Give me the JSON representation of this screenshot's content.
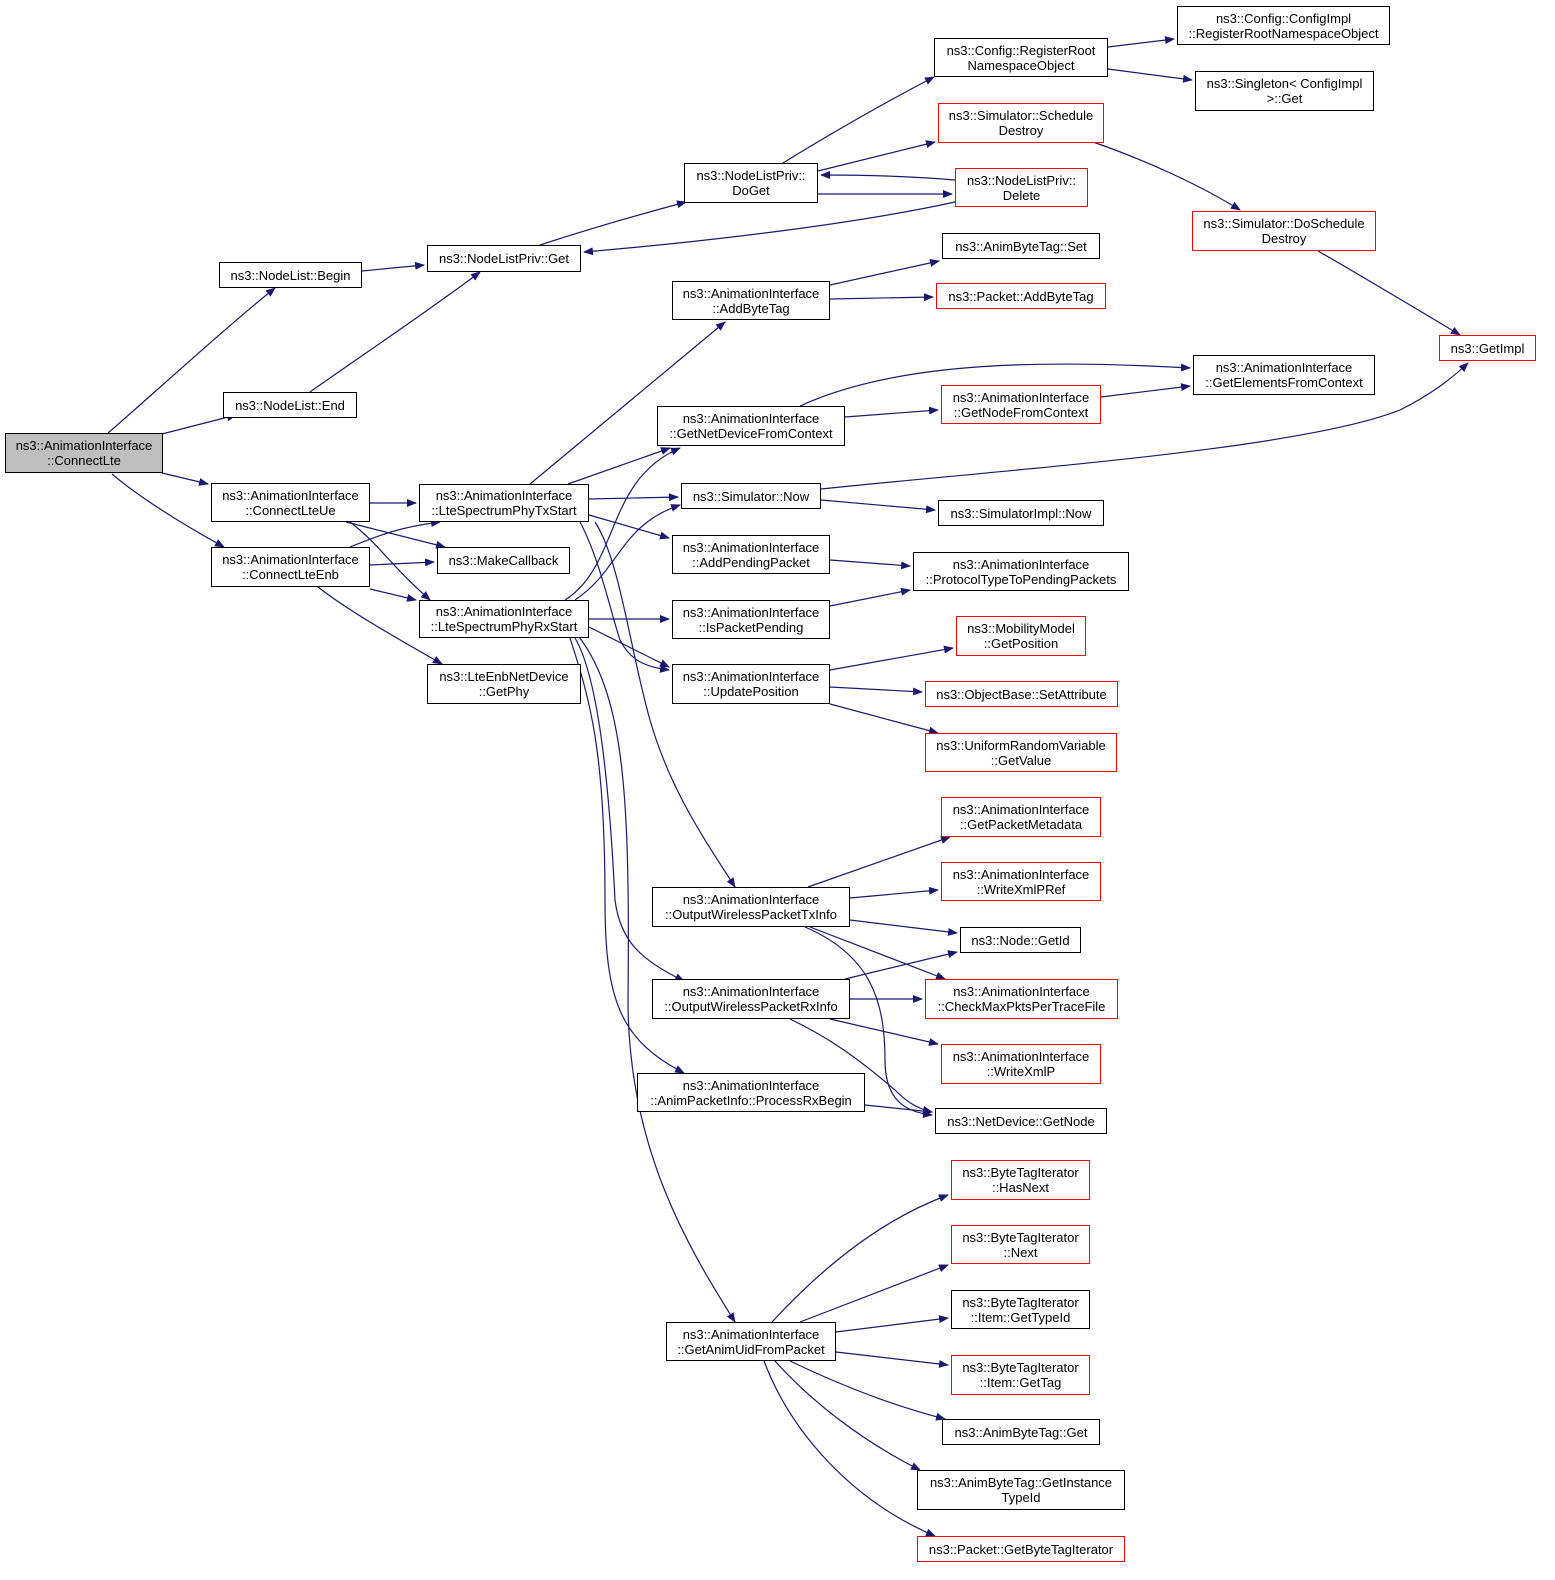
{
  "diagram": {
    "colors": {
      "edge": "#191970",
      "border_default": "#000000",
      "border_external": "#ff0000",
      "root_fill": "#bfbfbf"
    },
    "nodes": [
      {
        "id": "root",
        "lines": [
          "ns3::AnimationInterface",
          "::ConnectLte"
        ],
        "style": "root"
      },
      {
        "id": "nl_begin",
        "lines": [
          "ns3::NodeList::Begin"
        ],
        "style": "black"
      },
      {
        "id": "nl_end",
        "lines": [
          "ns3::NodeList::End"
        ],
        "style": "black"
      },
      {
        "id": "cl_ue",
        "lines": [
          "ns3::AnimationInterface",
          "::ConnectLteUe"
        ],
        "style": "black"
      },
      {
        "id": "cl_enb",
        "lines": [
          "ns3::AnimationInterface",
          "::ConnectLteEnb"
        ],
        "style": "black"
      },
      {
        "id": "nlp_get",
        "lines": [
          "ns3::NodeListPriv::Get"
        ],
        "style": "black"
      },
      {
        "id": "tx_start",
        "lines": [
          "ns3::AnimationInterface",
          "::LteSpectrumPhyTxStart"
        ],
        "style": "black"
      },
      {
        "id": "make_cb",
        "lines": [
          "ns3::MakeCallback"
        ],
        "style": "black"
      },
      {
        "id": "rx_start",
        "lines": [
          "ns3::AnimationInterface",
          "::LteSpectrumPhyRxStart"
        ],
        "style": "black"
      },
      {
        "id": "enb_getphy",
        "lines": [
          "ns3::LteEnbNetDevice",
          "::GetPhy"
        ],
        "style": "black"
      },
      {
        "id": "nlp_doget",
        "lines": [
          "ns3::NodeListPriv::",
          "DoGet"
        ],
        "style": "black"
      },
      {
        "id": "add_bytetag",
        "lines": [
          "ns3::AnimationInterface",
          "::AddByteTag"
        ],
        "style": "black"
      },
      {
        "id": "get_netdev_ctx",
        "lines": [
          "ns3::AnimationInterface",
          "::GetNetDeviceFromContext"
        ],
        "style": "black"
      },
      {
        "id": "sim_now",
        "lines": [
          "ns3::Simulator::Now"
        ],
        "style": "black"
      },
      {
        "id": "add_pending",
        "lines": [
          "ns3::AnimationInterface",
          "::AddPendingPacket"
        ],
        "style": "black"
      },
      {
        "id": "is_pending",
        "lines": [
          "ns3::AnimationInterface",
          "::IsPacketPending"
        ],
        "style": "black"
      },
      {
        "id": "update_pos",
        "lines": [
          "ns3::AnimationInterface",
          "::UpdatePosition"
        ],
        "style": "black"
      },
      {
        "id": "out_tx",
        "lines": [
          "ns3::AnimationInterface",
          "::OutputWirelessPacketTxInfo"
        ],
        "style": "black"
      },
      {
        "id": "out_rx",
        "lines": [
          "ns3::AnimationInterface",
          "::OutputWirelessPacketRxInfo"
        ],
        "style": "black"
      },
      {
        "id": "process_rx",
        "lines": [
          "ns3::AnimationInterface",
          "::AnimPacketInfo::ProcessRxBegin"
        ],
        "style": "black"
      },
      {
        "id": "get_anim_uid",
        "lines": [
          "ns3::AnimationInterface",
          "::GetAnimUidFromPacket"
        ],
        "style": "black"
      },
      {
        "id": "reg_root",
        "lines": [
          "ns3::Config::RegisterRoot",
          "NamespaceObject"
        ],
        "style": "black"
      },
      {
        "id": "sched_destroy",
        "lines": [
          "ns3::Simulator::Schedule",
          "Destroy"
        ],
        "style": "red"
      },
      {
        "id": "nlp_delete",
        "lines": [
          "ns3::NodeListPriv::",
          "Delete"
        ],
        "style": "red"
      },
      {
        "id": "abt_set",
        "lines": [
          "ns3::AnimByteTag::Set"
        ],
        "style": "black"
      },
      {
        "id": "pkt_addbytetag",
        "lines": [
          "ns3::Packet::AddByteTag"
        ],
        "style": "red"
      },
      {
        "id": "get_node_ctx",
        "lines": [
          "ns3::AnimationInterface",
          "::GetNodeFromContext"
        ],
        "style": "red"
      },
      {
        "id": "simimpl_now",
        "lines": [
          "ns3::SimulatorImpl::Now"
        ],
        "style": "black"
      },
      {
        "id": "proto_pending",
        "lines": [
          "ns3::AnimationInterface",
          "::ProtocolTypeToPendingPackets"
        ],
        "style": "black"
      },
      {
        "id": "mob_getpos",
        "lines": [
          "ns3::MobilityModel",
          "::GetPosition"
        ],
        "style": "red"
      },
      {
        "id": "ob_setattr",
        "lines": [
          "ns3::ObjectBase::SetAttribute"
        ],
        "style": "red"
      },
      {
        "id": "urv_getvalue",
        "lines": [
          "ns3::UniformRandomVariable",
          "::GetValue"
        ],
        "style": "red"
      },
      {
        "id": "get_pkt_meta",
        "lines": [
          "ns3::AnimationInterface",
          "::GetPacketMetadata"
        ],
        "style": "red"
      },
      {
        "id": "write_xml_pref",
        "lines": [
          "ns3::AnimationInterface",
          "::WriteXmlPRef"
        ],
        "style": "red"
      },
      {
        "id": "node_getid",
        "lines": [
          "ns3::Node::GetId"
        ],
        "style": "black"
      },
      {
        "id": "check_max",
        "lines": [
          "ns3::AnimationInterface",
          "::CheckMaxPktsPerTraceFile"
        ],
        "style": "red"
      },
      {
        "id": "write_xml_p",
        "lines": [
          "ns3::AnimationInterface",
          "::WriteXmlP"
        ],
        "style": "red"
      },
      {
        "id": "nd_getnode",
        "lines": [
          "ns3::NetDevice::GetNode"
        ],
        "style": "black"
      },
      {
        "id": "bti_hasnext",
        "lines": [
          "ns3::ByteTagIterator",
          "::HasNext"
        ],
        "style": "red"
      },
      {
        "id": "bti_next",
        "lines": [
          "ns3::ByteTagIterator",
          "::Next"
        ],
        "style": "red"
      },
      {
        "id": "bti_gettypeid",
        "lines": [
          "ns3::ByteTagIterator",
          "::Item::GetTypeId"
        ],
        "style": "black"
      },
      {
        "id": "bti_gettag",
        "lines": [
          "ns3::ByteTagIterator",
          "::Item::GetTag"
        ],
        "style": "red"
      },
      {
        "id": "abt_get",
        "lines": [
          "ns3::AnimByteTag::Get"
        ],
        "style": "black"
      },
      {
        "id": "abt_getinst",
        "lines": [
          "ns3::AnimByteTag::GetInstance",
          "TypeId"
        ],
        "style": "black"
      },
      {
        "id": "pkt_getbti",
        "lines": [
          "ns3::Packet::GetByteTagIterator"
        ],
        "style": "red"
      },
      {
        "id": "cfg_regroot_impl",
        "lines": [
          "ns3::Config::ConfigImpl",
          "::RegisterRootNamespaceObject"
        ],
        "style": "black"
      },
      {
        "id": "singleton_get",
        "lines": [
          "ns3::Singleton< ConfigImpl",
          " >::Get"
        ],
        "style": "black"
      },
      {
        "id": "sim_doschedule",
        "lines": [
          "ns3::Simulator::DoSchedule",
          "Destroy"
        ],
        "style": "red"
      },
      {
        "id": "get_elements_ctx",
        "lines": [
          "ns3::AnimationInterface",
          "::GetElementsFromContext"
        ],
        "style": "black"
      },
      {
        "id": "get_impl",
        "lines": [
          "ns3::GetImpl"
        ],
        "style": "red"
      }
    ]
  }
}
